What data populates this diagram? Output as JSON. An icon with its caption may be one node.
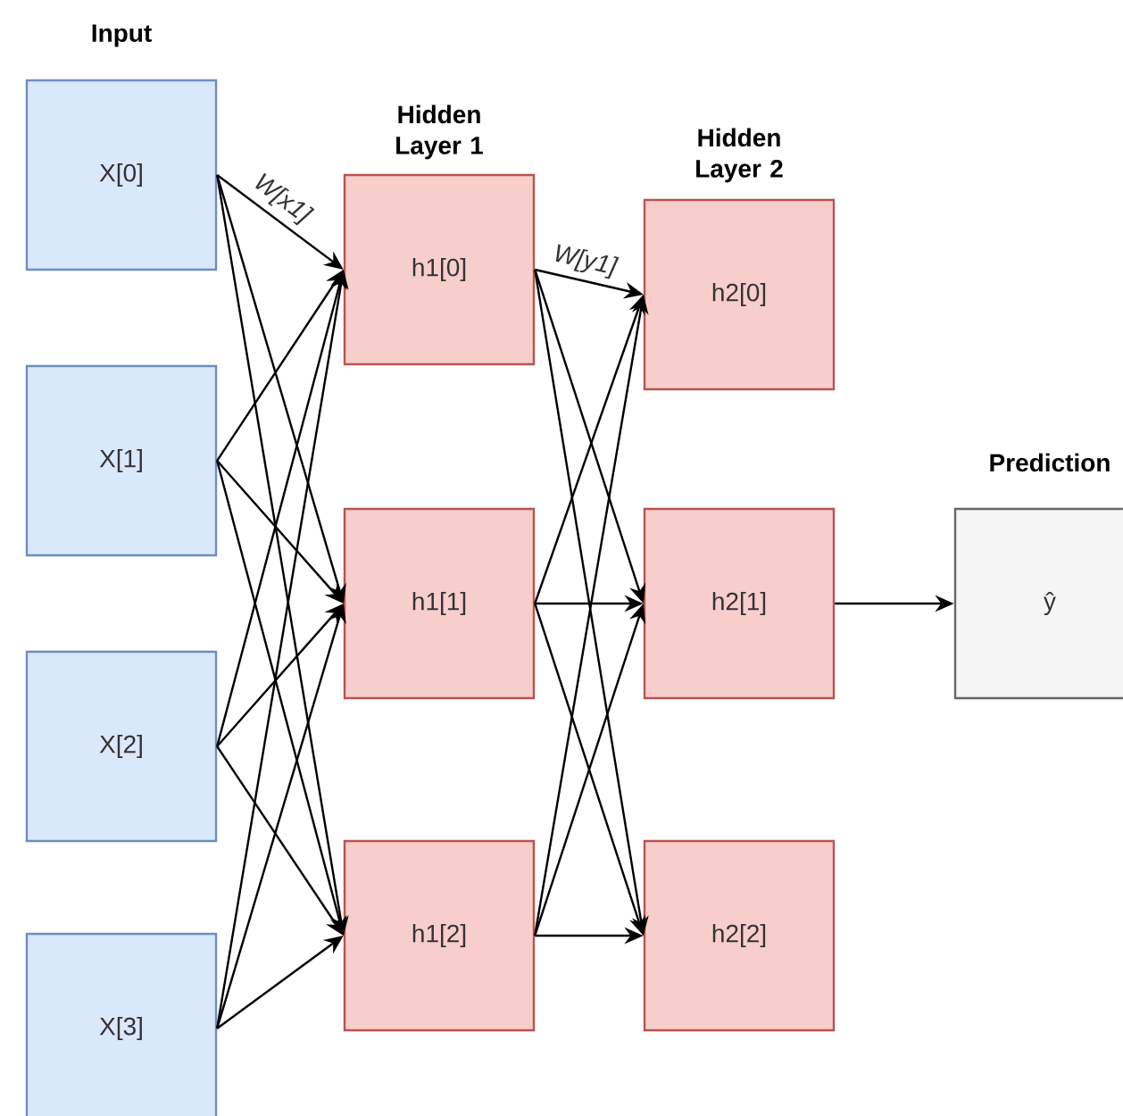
{
  "diagram": {
    "nodes": [
      {
        "text": [
          "X[0]"
        ]
      },
      {
        "text": [
          "X[1]"
        ]
      },
      {
        "text": [
          "X[2]"
        ]
      },
      {
        "text": [
          "X[3]"
        ]
      },
      {
        "text": [
          "h1[0]"
        ]
      },
      {
        "text": [
          "h1[1]"
        ]
      },
      {
        "text": [
          "h1[2]"
        ]
      },
      {
        "text": [
          "h2[0]"
        ]
      },
      {
        "text": [
          "h2[1]"
        ]
      },
      {
        "text": [
          "h2[2]"
        ]
      },
      {
        "text": [
          "ŷ"
        ]
      }
    ],
    "edges": [
      {
        "from": 0,
        "to": 4,
        "arrow": "to",
        "label": "W[x1]"
      },
      {
        "from": 0,
        "to": 5,
        "arrow": "to"
      },
      {
        "from": 0,
        "to": 6,
        "arrow": "to"
      },
      {
        "from": 1,
        "to": 4,
        "arrow": "to"
      },
      {
        "from": 1,
        "to": 5,
        "arrow": "to"
      },
      {
        "from": 1,
        "to": 6,
        "arrow": "to"
      },
      {
        "from": 2,
        "to": 4,
        "arrow": "to"
      },
      {
        "from": 2,
        "to": 5,
        "arrow": "to"
      },
      {
        "from": 2,
        "to": 6,
        "arrow": "to"
      },
      {
        "from": 3,
        "to": 4,
        "arrow": "to"
      },
      {
        "from": 3,
        "to": 5,
        "arrow": "to"
      },
      {
        "from": 3,
        "to": 6,
        "arrow": "to"
      },
      {
        "from": 4,
        "to": 7,
        "arrow": "to",
        "label": "W[y1]"
      },
      {
        "from": 4,
        "to": 8,
        "arrow": "to"
      },
      {
        "from": 4,
        "to": 9,
        "arrow": "to"
      },
      {
        "from": 5,
        "to": 7,
        "arrow": "to"
      },
      {
        "from": 5,
        "to": 8,
        "arrow": "to"
      },
      {
        "from": 5,
        "to": 9,
        "arrow": "to"
      },
      {
        "from": 6,
        "to": 7,
        "arrow": "to"
      },
      {
        "from": 6,
        "to": 8,
        "arrow": "to"
      },
      {
        "from": 6,
        "to": 9,
        "arrow": "to"
      },
      {
        "from": 8,
        "to": 10,
        "arrow": "to"
      }
    ],
    "labels": [
      "Input",
      "Hidden Layer 1",
      "Hidden Layer 2",
      "Prediction"
    ]
  }
}
